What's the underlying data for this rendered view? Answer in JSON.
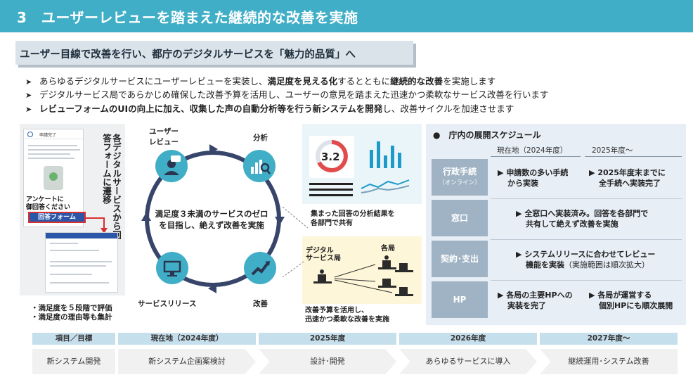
{
  "header": {
    "title": "3　ユーザーレビューを踏まえた継続的な改善を実施"
  },
  "subheader": {
    "text": "ユーザー目線で改善を行い、都庁のデジタルサービスを「魅力的品質」へ"
  },
  "bullets": [
    {
      "pre": "あらゆるデジタルサービスにユーザーレビューを実装し、",
      "b1": "満足度を見える化",
      "mid": "するとともに",
      "b2": "継続的な改善",
      "post": "を実施します"
    },
    {
      "pre": "デジタルサービス局であらかじめ確保した改善予算を活用し、ユーザーの意見を踏まえた迅速かつ柔軟なサービス改善を行います"
    },
    {
      "b1": "レビューフォームのUIの向上に加え、収集した声の自動分析等を行う新システムを開発",
      "post": "し、改善サイクルを加速させます"
    }
  ],
  "phone": {
    "screen_title": "申請完了",
    "prompt_line1": "アンケートに",
    "prompt_line2": "御回答ください",
    "form_button": "回答フォーム",
    "vertical_label": "各デジタルサービスから回答フォームに遷移",
    "note1": "・満足度を５段階で評価",
    "note2": "・満足度の理由等も集計"
  },
  "cycle": {
    "center_line1": "満足度３未満のサービスのゼロ",
    "center_line2": "を目指し、絶えず改善を実施",
    "nodes": {
      "review_line1": "ユーザー",
      "review_line2": "レビュー",
      "analysis": "分析",
      "improve": "改善",
      "release": "サービスリリース"
    },
    "icons": [
      "user-review-icon",
      "analysis-icon",
      "improve-icon",
      "release-icon"
    ]
  },
  "analysis_box": {
    "score": "3.2",
    "caption_line1": "集まった回答の分析結果を",
    "caption_line2": "各部門で共有"
  },
  "improvement_box": {
    "dept_left_line1": "デジタル",
    "dept_left_line2": "サービス局",
    "dept_right": "各局",
    "caption_line1": "改善予算を活用し、",
    "caption_line2": "迅速かつ柔軟な改善を実施"
  },
  "schedule": {
    "title": "庁内の展開スケジュール",
    "col_current": "現在地（2024年度）",
    "col_next": "2025年度～",
    "rows": [
      {
        "label": "行政手続",
        "sublabel": "（オンライン）",
        "current_line1": "申請数の多い手続",
        "current_line2": "から実装",
        "next_line1": "2025年度末までに",
        "next_line2": "全手続へ実装完了"
      },
      {
        "label": "窓口",
        "span_line1": "全窓口へ実装済み。回答を各部門で",
        "span_line2": "共有して絶えず改善を実施"
      },
      {
        "label": "契約･支出",
        "span_line1": "システムリリースに合わせてレビュー",
        "span_line2_bold": "機能を実装",
        "span_line2_note": "（実施範囲は順次拡大）"
      },
      {
        "label": "HP",
        "current_line1": "各局の主要HPへの",
        "current_line2": "実装を完了",
        "next_line1": "各局が運営する",
        "next_line2": "個別HPにも順次展開"
      }
    ],
    "arrow_glyph": "▶"
  },
  "timeline": {
    "headers": [
      "項目／目標",
      "現在地（2024年度）",
      "2025年度",
      "2026年度",
      "2027年度～"
    ],
    "cells": [
      "新システム開発",
      "新システム企画案検討",
      "設計･開発",
      "あらゆるサービスに導入",
      "継続運用･システム改善"
    ]
  },
  "colors": {
    "accent": "#41aec7",
    "navy": "#2c57a8",
    "label_gray": "#9fb3c4",
    "cycle_ring": "#38456a"
  }
}
